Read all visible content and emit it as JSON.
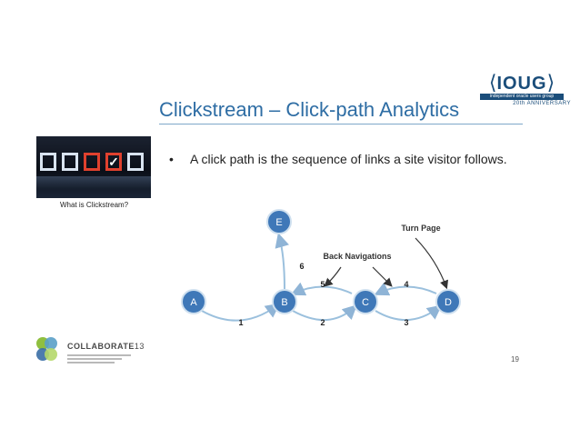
{
  "logo": {
    "bracket_left": "⟨",
    "name": "IOUG",
    "bracket_right": "⟩",
    "tagline": "independent oracle users group",
    "anniversary": "20th ANNIVERSARY"
  },
  "slide": {
    "title": "Clickstream – Click-path Analytics",
    "bullet_symbol": "•",
    "bullet_text": "A click path is the sequence of links a site visitor follows.",
    "thumbnail_caption": "What is Clickstream?",
    "page_number": "19"
  },
  "diagram": {
    "nodes": [
      "A",
      "B",
      "C",
      "D",
      "E"
    ],
    "edge_labels": [
      "1",
      "2",
      "3",
      "4",
      "5",
      "6"
    ],
    "annotation_back": "Back Navigations",
    "annotation_turn": "Turn Page"
  },
  "footer_logo": {
    "word": "COLLABORATE",
    "number": "13"
  },
  "colors": {
    "title": "#2e6da4",
    "node_fill": "#3f78b8",
    "arrow": "#9bc0dd",
    "annotation_arrow": "#333333"
  }
}
